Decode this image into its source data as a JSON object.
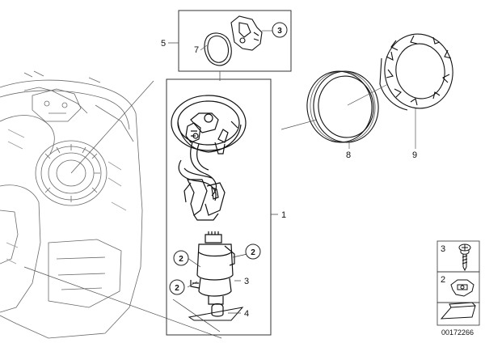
{
  "diagram": {
    "document_number": "00172266",
    "callouts": {
      "main_assembly": "1",
      "float_sensor_top": "2",
      "float_sensor_mid": "2",
      "float_sensor_lower": "2",
      "pump_screw": "3",
      "filter_base": "4",
      "gasket_kit": "5",
      "gasket_kit_screw": "3",
      "oring_small": "7",
      "sealing_ring": "8",
      "lock_ring": "9"
    },
    "legend": {
      "screw_number": "3",
      "clip_number": "2"
    }
  }
}
